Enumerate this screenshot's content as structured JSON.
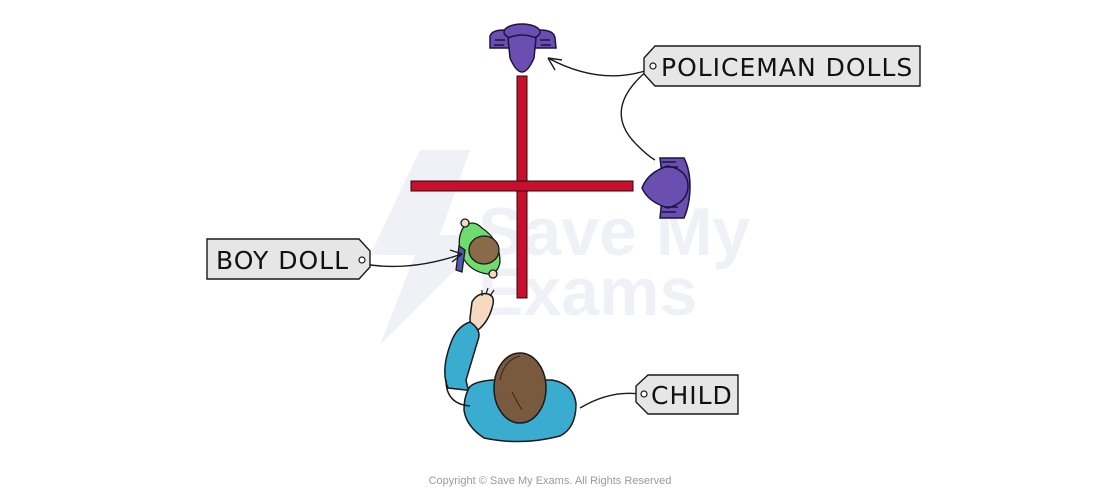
{
  "labels": {
    "policeman_dolls": "POLICEMAN DOLLS",
    "boy_doll": "BOY DOLL",
    "child": "CHILD"
  },
  "watermark": {
    "line1": "Save My",
    "line2": "Exams"
  },
  "copyright": "Copyright © Save My Exams. All Rights Reserved",
  "colors": {
    "walls": "#c8102e",
    "policeman": "#6a4fb0",
    "boy_shirt": "#6fdc6f",
    "boy_hair": "#8b6a4a",
    "child_top": "#3aaccf",
    "child_hair": "#7a5a3e",
    "skin": "#f6d9c0",
    "tag_fill": "#e6e6e6"
  }
}
